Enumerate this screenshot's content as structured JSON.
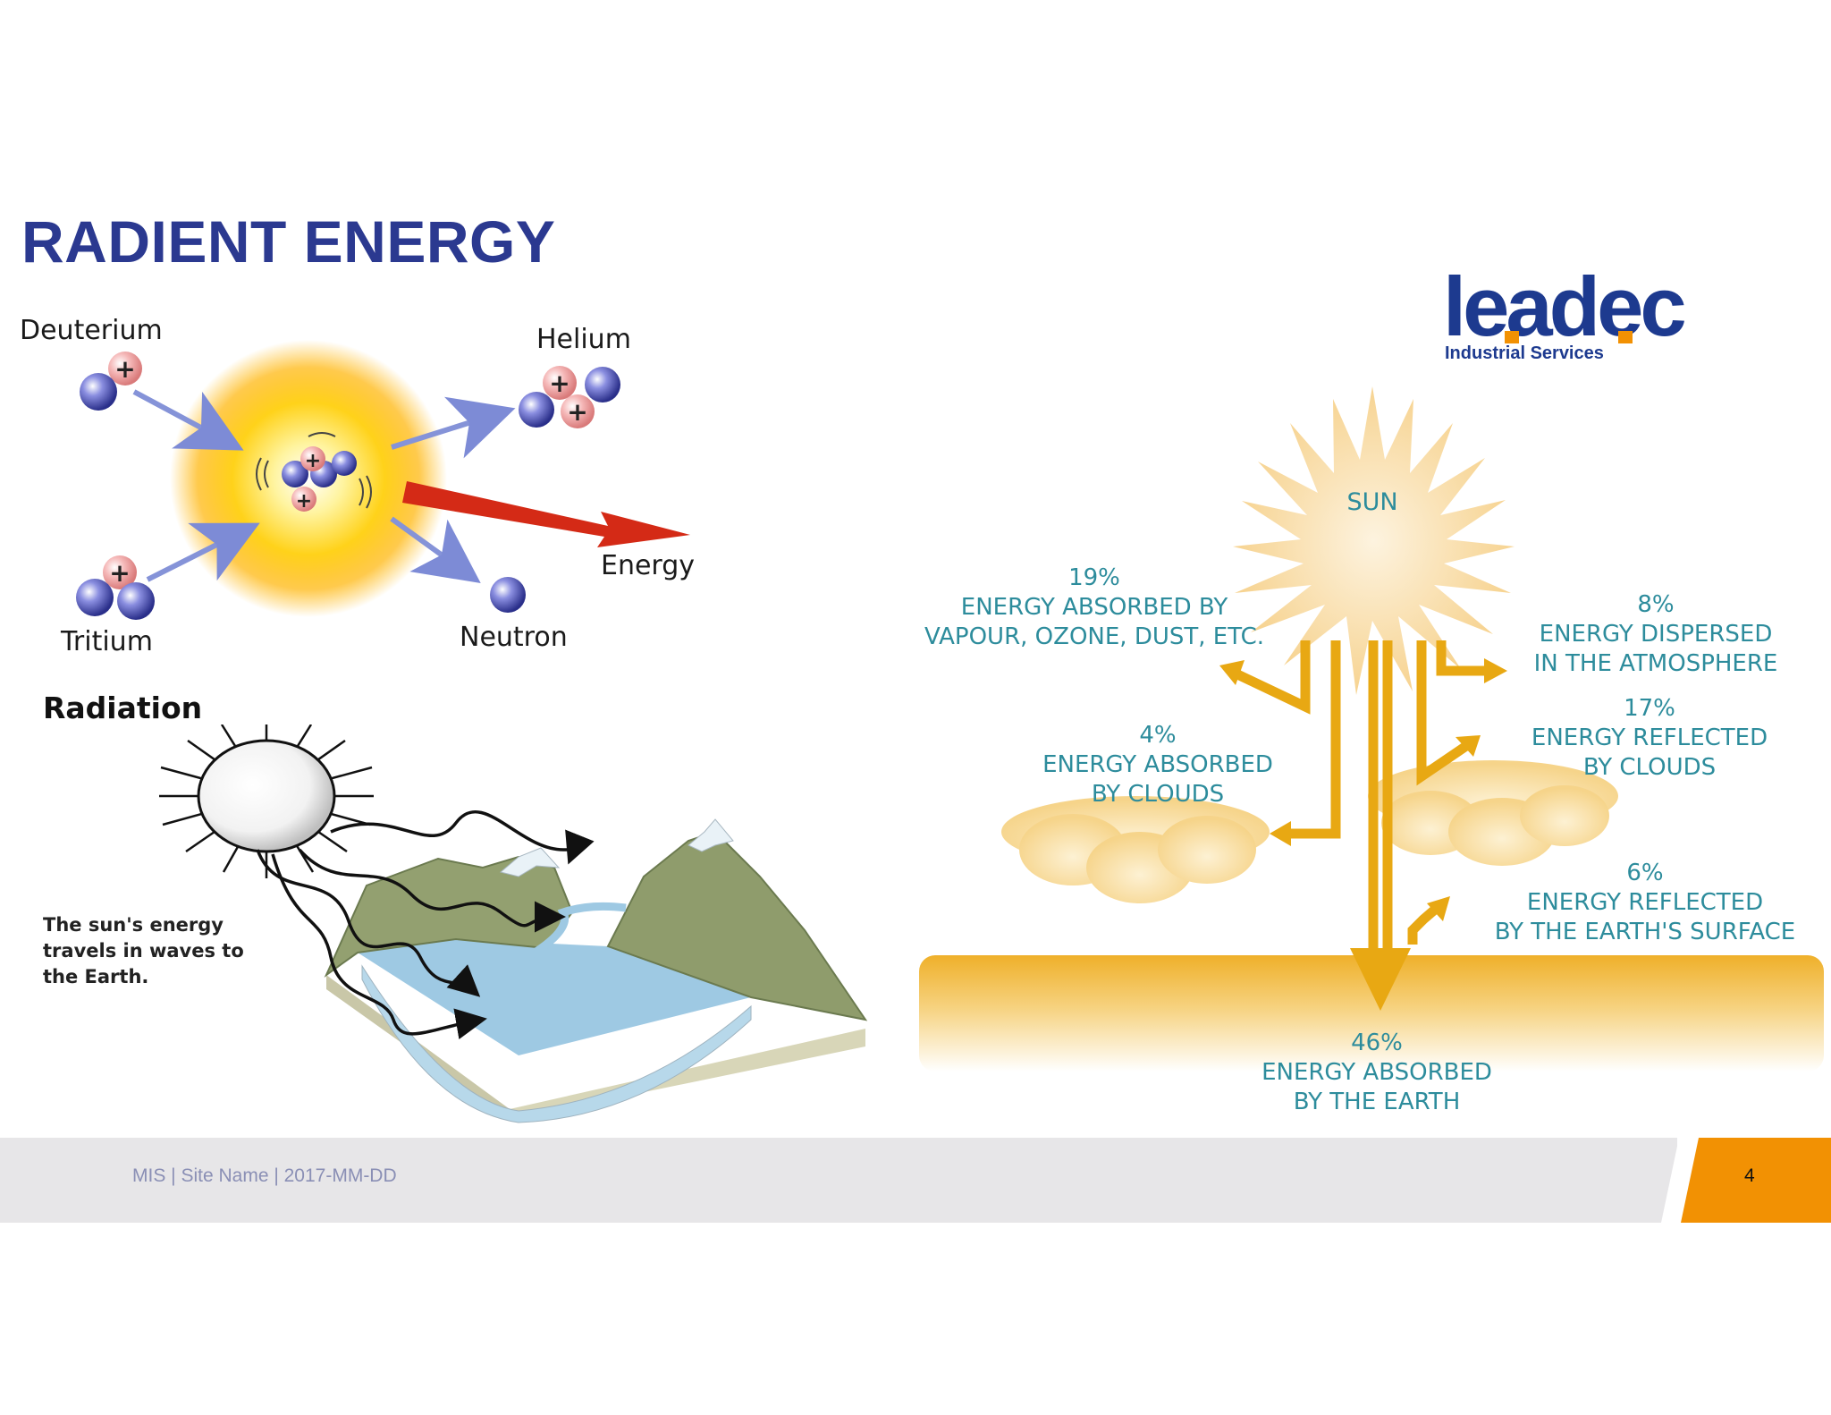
{
  "slide": {
    "title": "RADIENT ENERGY",
    "page_number": "4"
  },
  "footer": {
    "text": "MIS |  Site Name  |  2017-MM-DD"
  },
  "logo": {
    "brand": "leadec",
    "tagline": "Industrial Services"
  },
  "fusion_diagram": {
    "deuterium": "Deuterium",
    "helium": "Helium",
    "tritium": "Tritium",
    "neutron": "Neutron",
    "energy": "Energy",
    "plus_glyph": "+"
  },
  "radiation_diagram": {
    "title": "Radiation",
    "caption_lines": [
      "The sun's energy",
      "travels in waves to",
      "the Earth."
    ]
  },
  "energy_budget": {
    "sun_label": "SUN",
    "items": [
      {
        "percent": "19%",
        "lines": [
          "ENERGY ABSORBED BY",
          "VAPOUR, OZONE, DUST, ETC."
        ]
      },
      {
        "percent": "8%",
        "lines": [
          "ENERGY DISPERSED",
          "IN THE ATMOSPHERE"
        ]
      },
      {
        "percent": "4%",
        "lines": [
          "ENERGY ABSORBED",
          "BY CLOUDS"
        ]
      },
      {
        "percent": "17%",
        "lines": [
          "ENERGY REFLECTED",
          "BY CLOUDS"
        ]
      },
      {
        "percent": "6%",
        "lines": [
          "ENERGY REFLECTED",
          "BY THE EARTH'S SURFACE"
        ]
      },
      {
        "percent": "46%",
        "lines": [
          "ENERGY ABSORBED",
          "BY THE EARTH"
        ]
      }
    ]
  },
  "colors": {
    "title": "#2b3990",
    "diagram_text": "#2d8c9c",
    "arrow_gold": "#e8a813",
    "footer_accent": "#f29103",
    "footer_bar": "#e7e6e8",
    "logo": "#1d3a8f",
    "logo_accent": "#f29103"
  }
}
